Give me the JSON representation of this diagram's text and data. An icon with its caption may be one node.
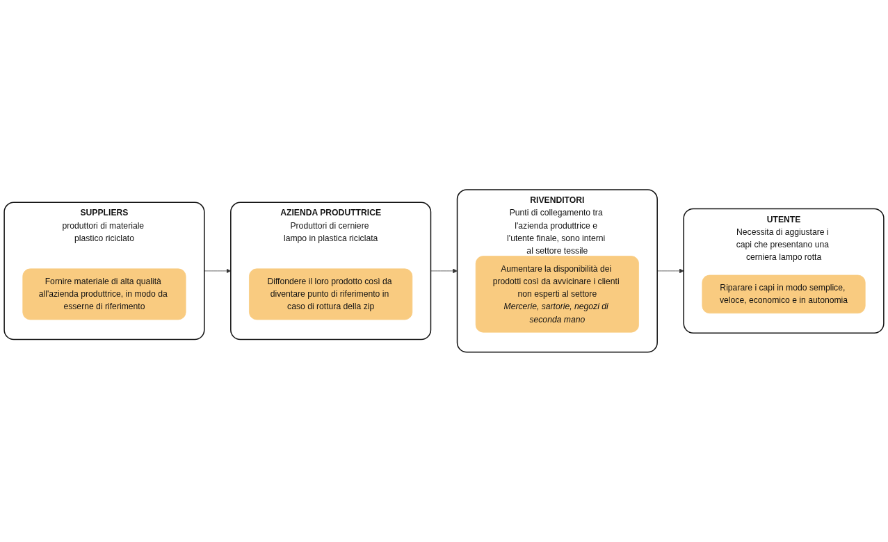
{
  "diagram": {
    "nodes": [
      {
        "text": [
          "SUPPLIERS",
          "produttori di materiale plastico riciclato"
        ]
      },
      {
        "text": [
          "Fornire materiale di alta qualità all'azienda produttrice, in modo da esserne di riferimento"
        ],
        "in": 0
      },
      {
        "text": [
          "AZIENDA PRODUTTRICE",
          "Produttori di cerniere lampo in plastica riciclata"
        ]
      },
      {
        "text": [
          "Diffondere il loro prodotto così da diventare punto di riferimento in caso di rottura della zip"
        ],
        "in": 2
      },
      {
        "text": [
          "RIVENDITORI",
          "Punti di collegamento tra l'azienda produttrice e l'utente finale, sono interni al settore tessile"
        ]
      },
      {
        "text": [
          "Aumentare la disponibilità dei prodotti così da avvicinare i clienti non esperti al settore",
          "Mercerie, sartorie, negozi di seconda mano"
        ],
        "in": 4
      },
      {
        "text": [
          "UTENTE",
          "Necessita di aggiustare i capi che presentano una cerniera lampo rotta"
        ]
      },
      {
        "text": [
          "Riparare i capi in modo semplice, veloce, economico e in autonomia"
        ],
        "in": 6
      }
    ],
    "edges": [
      {
        "from": 0,
        "to": 2,
        "arrow": "to"
      },
      {
        "from": 2,
        "to": 4,
        "arrow": "to"
      },
      {
        "from": 4,
        "to": 6,
        "arrow": "to"
      }
    ]
  }
}
